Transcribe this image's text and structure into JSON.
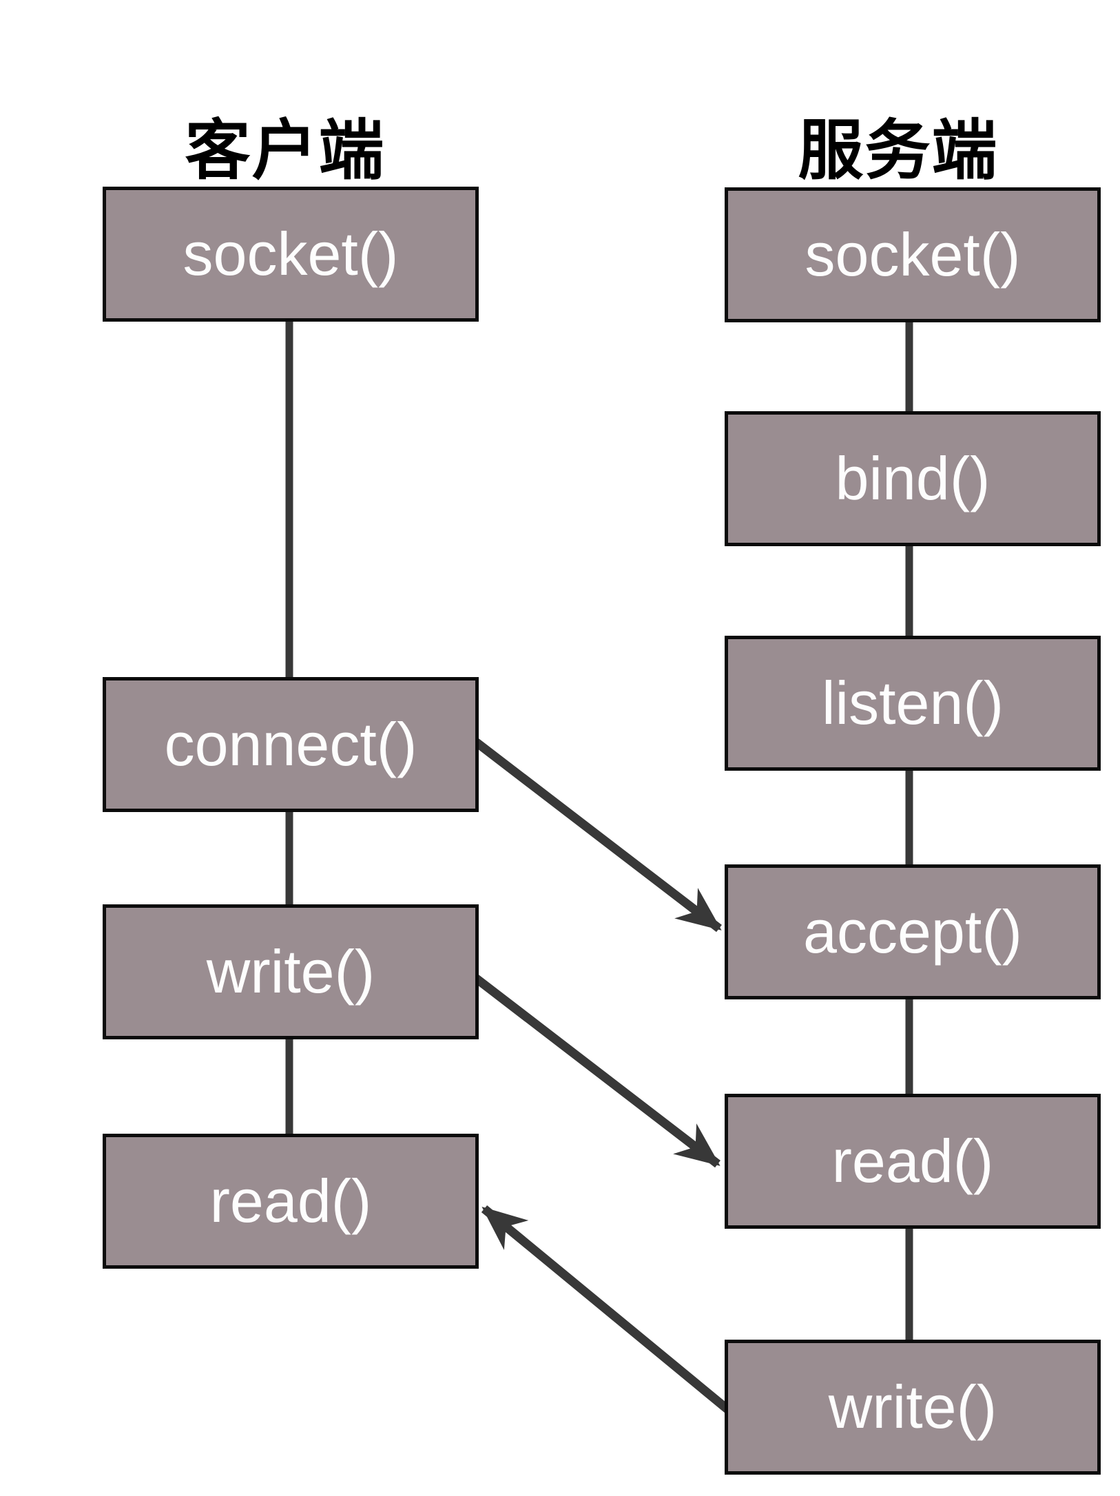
{
  "colors": {
    "box_fill": "#9a8d91",
    "box_border": "#0b0b0b",
    "line": "#383838",
    "box_text": "#fdfdfd",
    "title_text": "#000000",
    "background": "#ffffff"
  },
  "client": {
    "title": "客户端",
    "boxes": [
      {
        "label": "socket()"
      },
      {
        "label": "connect()"
      },
      {
        "label": "write()"
      },
      {
        "label": "read()"
      }
    ]
  },
  "server": {
    "title": "服务端",
    "boxes": [
      {
        "label": "socket()"
      },
      {
        "label": "bind()"
      },
      {
        "label": "listen()"
      },
      {
        "label": "accept()"
      },
      {
        "label": "read()"
      },
      {
        "label": "write()"
      }
    ]
  },
  "arrows": [
    {
      "from": "client connect()",
      "to": "server accept()"
    },
    {
      "from": "client write()",
      "to": "server read()"
    },
    {
      "from": "server write()",
      "to": "client read()"
    }
  ]
}
